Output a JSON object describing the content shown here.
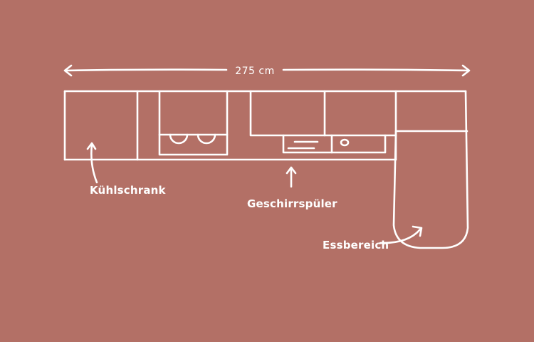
{
  "diagram": {
    "dimension": "275 cm",
    "labels": {
      "fridge": "Kühlschrank",
      "dishwasher": "Geschirrspüler",
      "dining": "Essbereich"
    },
    "colors": {
      "background": "#b37066",
      "line": "#ffffff"
    }
  }
}
